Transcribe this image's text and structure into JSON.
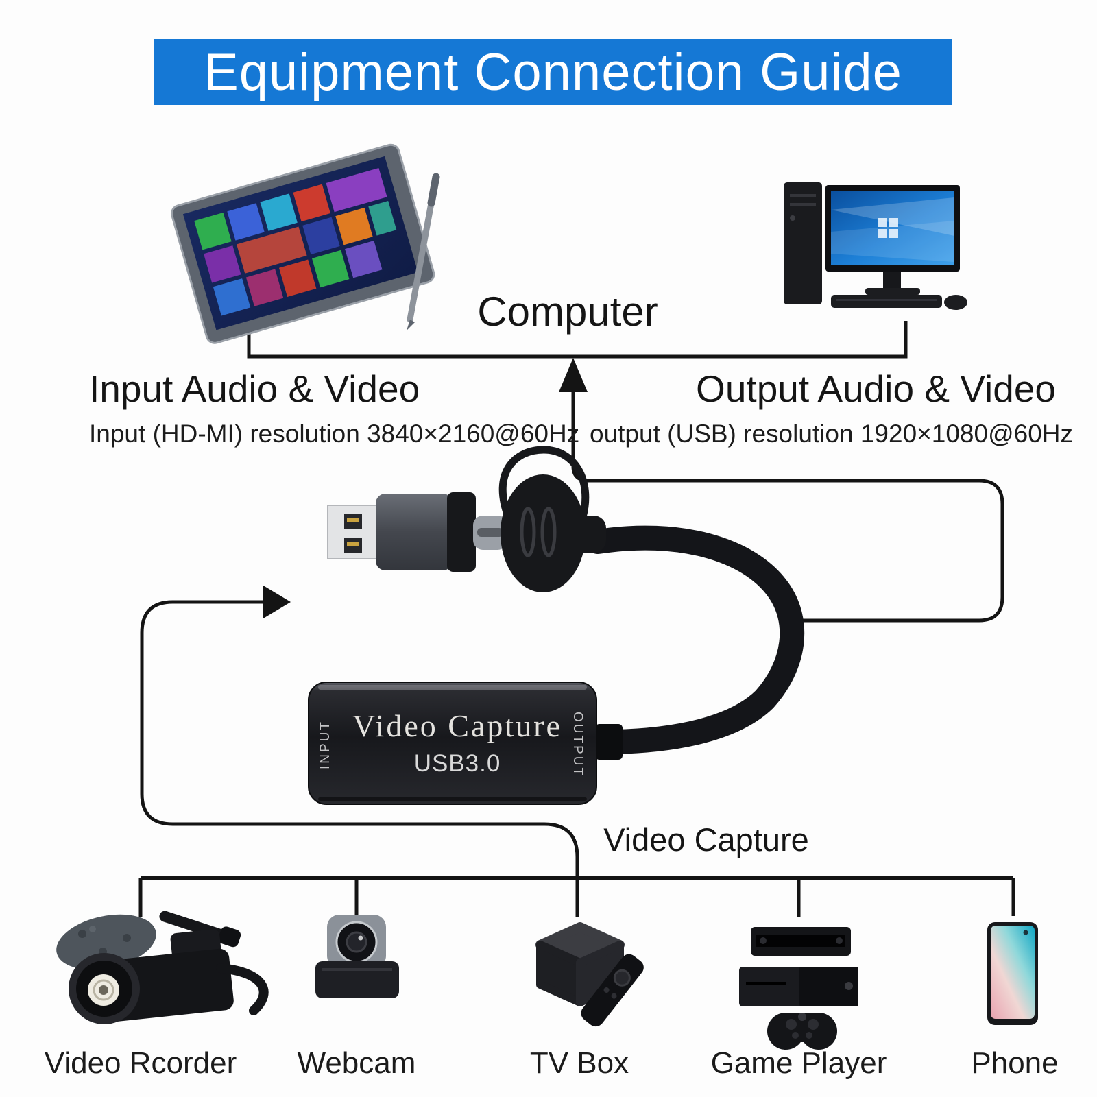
{
  "banner": {
    "title": "Equipment Connection Guide"
  },
  "computer": {
    "label": "Computer"
  },
  "input_side": {
    "heading": "Input Audio & Video",
    "detail": "Input (HD-MI) resolution 3840×2160@60Hz"
  },
  "output_side": {
    "heading": "Output Audio & Video",
    "detail": "output (USB) resolution 1920×1080@60Hz"
  },
  "capture_device": {
    "brand": "Video Capture",
    "model": "USB3.0",
    "left_port": "INPUT",
    "right_port": "OUTPUT"
  },
  "capture_label": "Video Capture",
  "top_devices": [
    {
      "icon": "tablet-icon"
    },
    {
      "icon": "desktop-computer-icon"
    }
  ],
  "sources": [
    {
      "icon": "video-recorder-icon",
      "label": "Video Rcorder"
    },
    {
      "icon": "webcam-icon",
      "label": "Webcam"
    },
    {
      "icon": "tv-box-icon",
      "label": "TV Box"
    },
    {
      "icon": "game-player-icon",
      "label": "Game Player"
    },
    {
      "icon": "phone-icon",
      "label": "Phone"
    }
  ],
  "colors": {
    "banner_blue": "#1578d5",
    "line_black": "#141414",
    "device_body": "#1a1b1f",
    "cable_black": "#141519"
  }
}
